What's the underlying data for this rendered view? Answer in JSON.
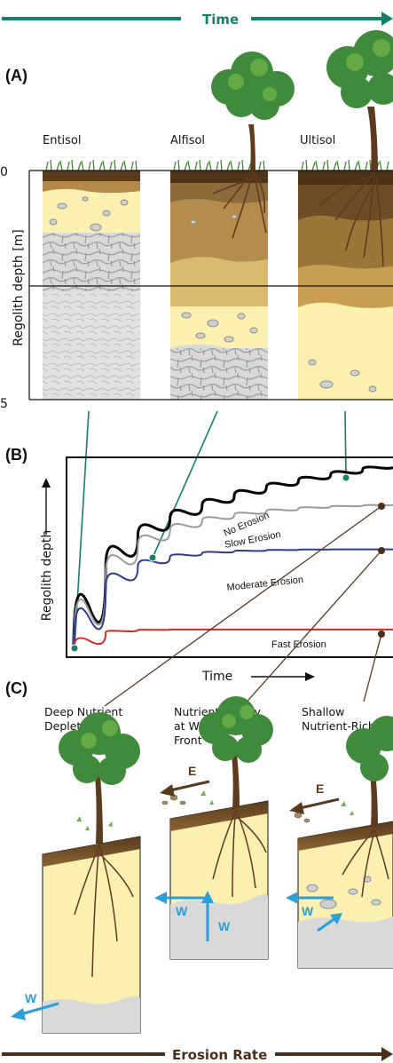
{
  "top_arrow_label": "Time",
  "panel_a": {
    "label": "(A)",
    "soil_orders": [
      "Entisol",
      "Alfisol",
      "Ultisol"
    ],
    "ylabel": "Regolith depth [m]",
    "depth_ticks": [
      "0",
      "5"
    ]
  },
  "panel_b": {
    "label": "(B)",
    "ylabel": "Regolith depth",
    "xlabel": "Time"
  },
  "chart_data": {
    "type": "line",
    "xlabel": "Time",
    "ylabel": "Regolith depth",
    "grid": false,
    "series": [
      {
        "name": "No Erosion",
        "color": "#000000",
        "x": [
          0,
          0.1,
          0.2,
          0.3,
          0.4,
          0.5,
          0.6,
          0.7,
          0.8,
          0.9,
          1.0
        ],
        "values": [
          0,
          0.44,
          0.6,
          0.69,
          0.76,
          0.81,
          0.855,
          0.89,
          0.92,
          0.95,
          0.97
        ]
      },
      {
        "name": "Slow Erosion",
        "color": "#9a9a9a",
        "x": [
          0,
          0.1,
          0.2,
          0.3,
          0.4,
          0.5,
          0.6,
          0.7,
          0.8,
          0.9,
          1.0
        ],
        "values": [
          0,
          0.4,
          0.55,
          0.63,
          0.68,
          0.71,
          0.73,
          0.745,
          0.755,
          0.76,
          0.765
        ]
      },
      {
        "name": "Moderate Erosion",
        "color": "#2e3b8f",
        "x": [
          0,
          0.1,
          0.2,
          0.3,
          0.4,
          0.5,
          0.6,
          0.7,
          0.8,
          0.9,
          1.0
        ],
        "values": [
          0,
          0.33,
          0.44,
          0.49,
          0.51,
          0.52,
          0.525,
          0.528,
          0.53,
          0.53,
          0.53
        ]
      },
      {
        "name": "Fast Erosion",
        "color": "#d42a26",
        "x": [
          0,
          0.1,
          0.2,
          0.3,
          0.4,
          0.5,
          0.6,
          0.7,
          0.8,
          0.9,
          1.0
        ],
        "values": [
          0,
          0.095,
          0.105,
          0.108,
          0.108,
          0.108,
          0.108,
          0.108,
          0.108,
          0.108,
          0.108
        ]
      }
    ]
  },
  "panel_c": {
    "label": "(C)",
    "notes": [
      {
        "lines": [
          "Deep Nutrient",
          "Depleted"
        ]
      },
      {
        "lines": [
          "Nutrient Supply",
          "at Weathing",
          "Front"
        ]
      },
      {
        "lines": [
          "Shallow",
          "Nutrient-Rich"
        ]
      }
    ],
    "flux_labels": [
      "E",
      "W"
    ]
  },
  "bottom_arrow_label": "Erosion Rate",
  "colors": {
    "time_green": "#14806a",
    "erosion_brown": "#4a2f1a",
    "water_blue": "#2a9fd8",
    "saprolite_yellow": "#fbf0b0"
  }
}
